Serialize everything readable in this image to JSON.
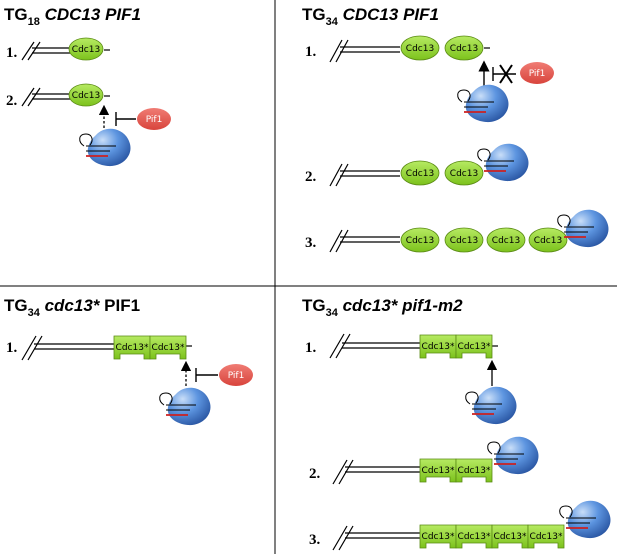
{
  "panels": [
    {
      "tg": "TG",
      "tg_sub": "18",
      "gene1": "CDC13",
      "gene2": "PIF1"
    },
    {
      "tg": "TG",
      "tg_sub": "34",
      "gene1": "CDC13",
      "gene2": "PIF1"
    },
    {
      "tg": "TG",
      "tg_sub": "34",
      "gene1": "cdc13*",
      "gene2": "PIF1"
    },
    {
      "tg": "TG",
      "tg_sub": "34",
      "gene1": "cdc13*",
      "gene2": "pif1-m2"
    }
  ],
  "steps": [
    "1.",
    "2.",
    "3."
  ],
  "labels": {
    "cdc13": "Cdc13",
    "cdc13_mut": "Cdc13*",
    "pif1": "Pif1"
  },
  "colors": {
    "cdc13_fill": "#8fd128",
    "cdc13_mut_fill": "#8fd128",
    "pif1_fill": "#e8574f",
    "telomerase_fill": "#4a86d8",
    "rna_red": "#cc2020",
    "divider": "#000000"
  },
  "icons": [
    "telomerase-icon",
    "inhibition-bar-icon",
    "cross-icon",
    "arrow-icon"
  ]
}
